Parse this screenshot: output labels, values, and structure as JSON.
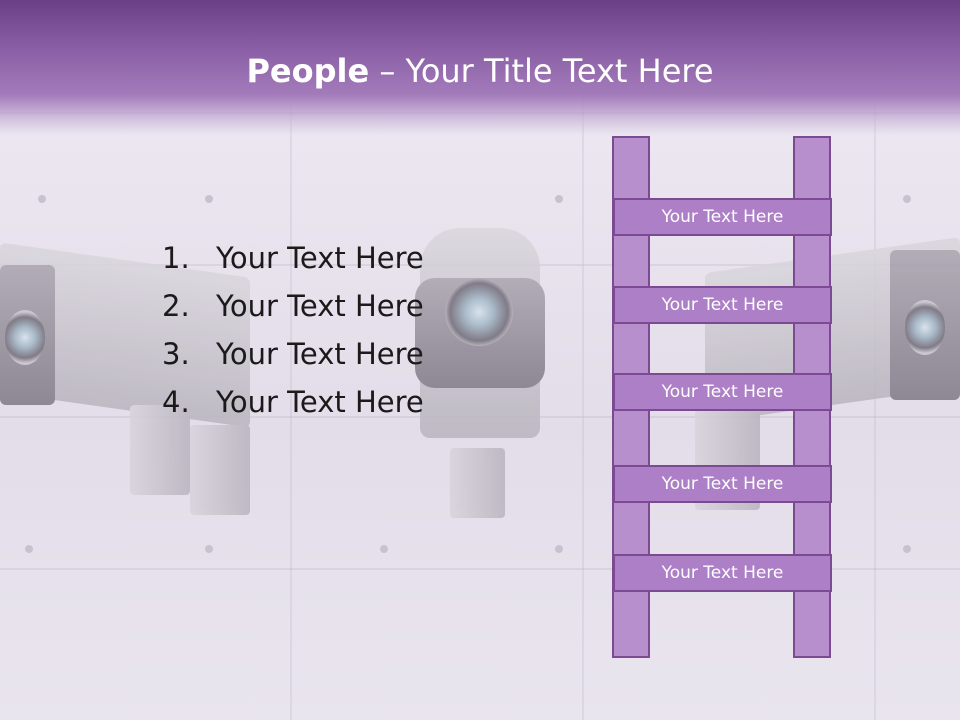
{
  "slide": {
    "title_bold": "People",
    "title_sep": " – ",
    "title_rest": "Your Title Text Here"
  },
  "list": {
    "items": [
      {
        "num": "1.",
        "text": "Your Text Here"
      },
      {
        "num": "2.",
        "text": "Your Text Here"
      },
      {
        "num": "3.",
        "text": "Your Text Here"
      },
      {
        "num": "4.",
        "text": "Your Text Here"
      }
    ]
  },
  "ladder": {
    "rungs": [
      "Your Text Here",
      "Your Text Here",
      "Your Text Here",
      "Your Text Here",
      "Your Text Here"
    ]
  },
  "colors": {
    "title_bar": "#8d62a8",
    "ladder_fill": "#ad7fc6",
    "ladder_border": "#7c4a93"
  }
}
